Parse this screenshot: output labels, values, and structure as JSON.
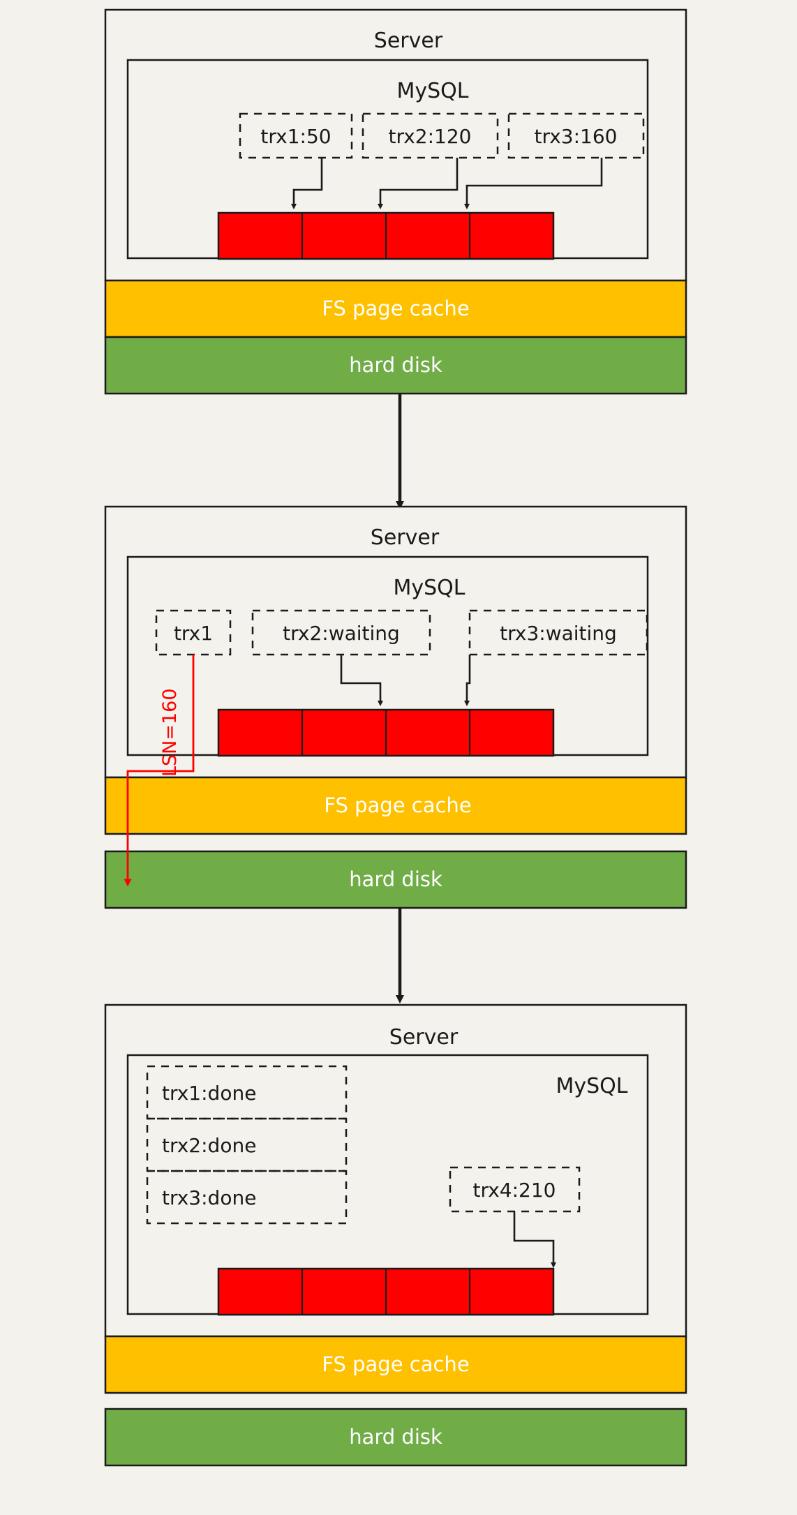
{
  "meta": {
    "title": "MySQL redo log flush to disk (three stages)",
    "background": "#f4f2ec",
    "stroke": "#1a1a1a",
    "redo_fill": "#ff0000",
    "cache_fill": "#ffc000",
    "disk_fill": "#70ad47",
    "label_on_band_color": "#ffffff",
    "lsn_color": "#ff0000"
  },
  "panels": [
    {
      "id": "panel-1",
      "server_label": "Server",
      "mysql_label": "MySQL",
      "mysql_label_align": "center",
      "transactions": [
        {
          "label": "trx1:50",
          "has_arrow": true
        },
        {
          "label": "trx2:120",
          "has_arrow": true
        },
        {
          "label": "trx3:160",
          "has_arrow": true
        }
      ],
      "redo_cells": 4,
      "bands": [
        {
          "label": "FS page cache",
          "fill": "#ffc000"
        },
        {
          "label": "hard disk",
          "fill": "#70ad47"
        }
      ],
      "lsn": null
    },
    {
      "id": "panel-2",
      "server_label": "Server",
      "mysql_label": "MySQL",
      "mysql_label_align": "center",
      "transactions": [
        {
          "label": "trx1",
          "has_arrow": false
        },
        {
          "label": "trx2:waiting",
          "has_arrow": true
        },
        {
          "label": "trx3:waiting",
          "has_arrow": true
        }
      ],
      "redo_cells": 4,
      "bands": [
        {
          "label": "FS page cache",
          "fill": "#ffc000"
        },
        {
          "label": "hard disk",
          "fill": "#70ad47"
        }
      ],
      "lsn": {
        "label": "LSN=160",
        "color": "#ff0000"
      }
    },
    {
      "id": "panel-3",
      "server_label": "Server",
      "mysql_label": "MySQL",
      "mysql_label_align": "right",
      "done_transactions": [
        {
          "label": "trx1:done"
        },
        {
          "label": "trx2:done"
        },
        {
          "label": "trx3:done"
        }
      ],
      "transactions": [
        {
          "label": "trx4:210",
          "has_arrow": true
        }
      ],
      "redo_cells": 4,
      "bands": [
        {
          "label": "FS page cache",
          "fill": "#ffc000"
        },
        {
          "label": "hard disk",
          "fill": "#70ad47"
        }
      ],
      "lsn": null
    }
  ],
  "flow_arrows": [
    {
      "from": "panel-1",
      "to": "panel-2"
    },
    {
      "from": "panel-2",
      "to": "panel-3"
    }
  ]
}
